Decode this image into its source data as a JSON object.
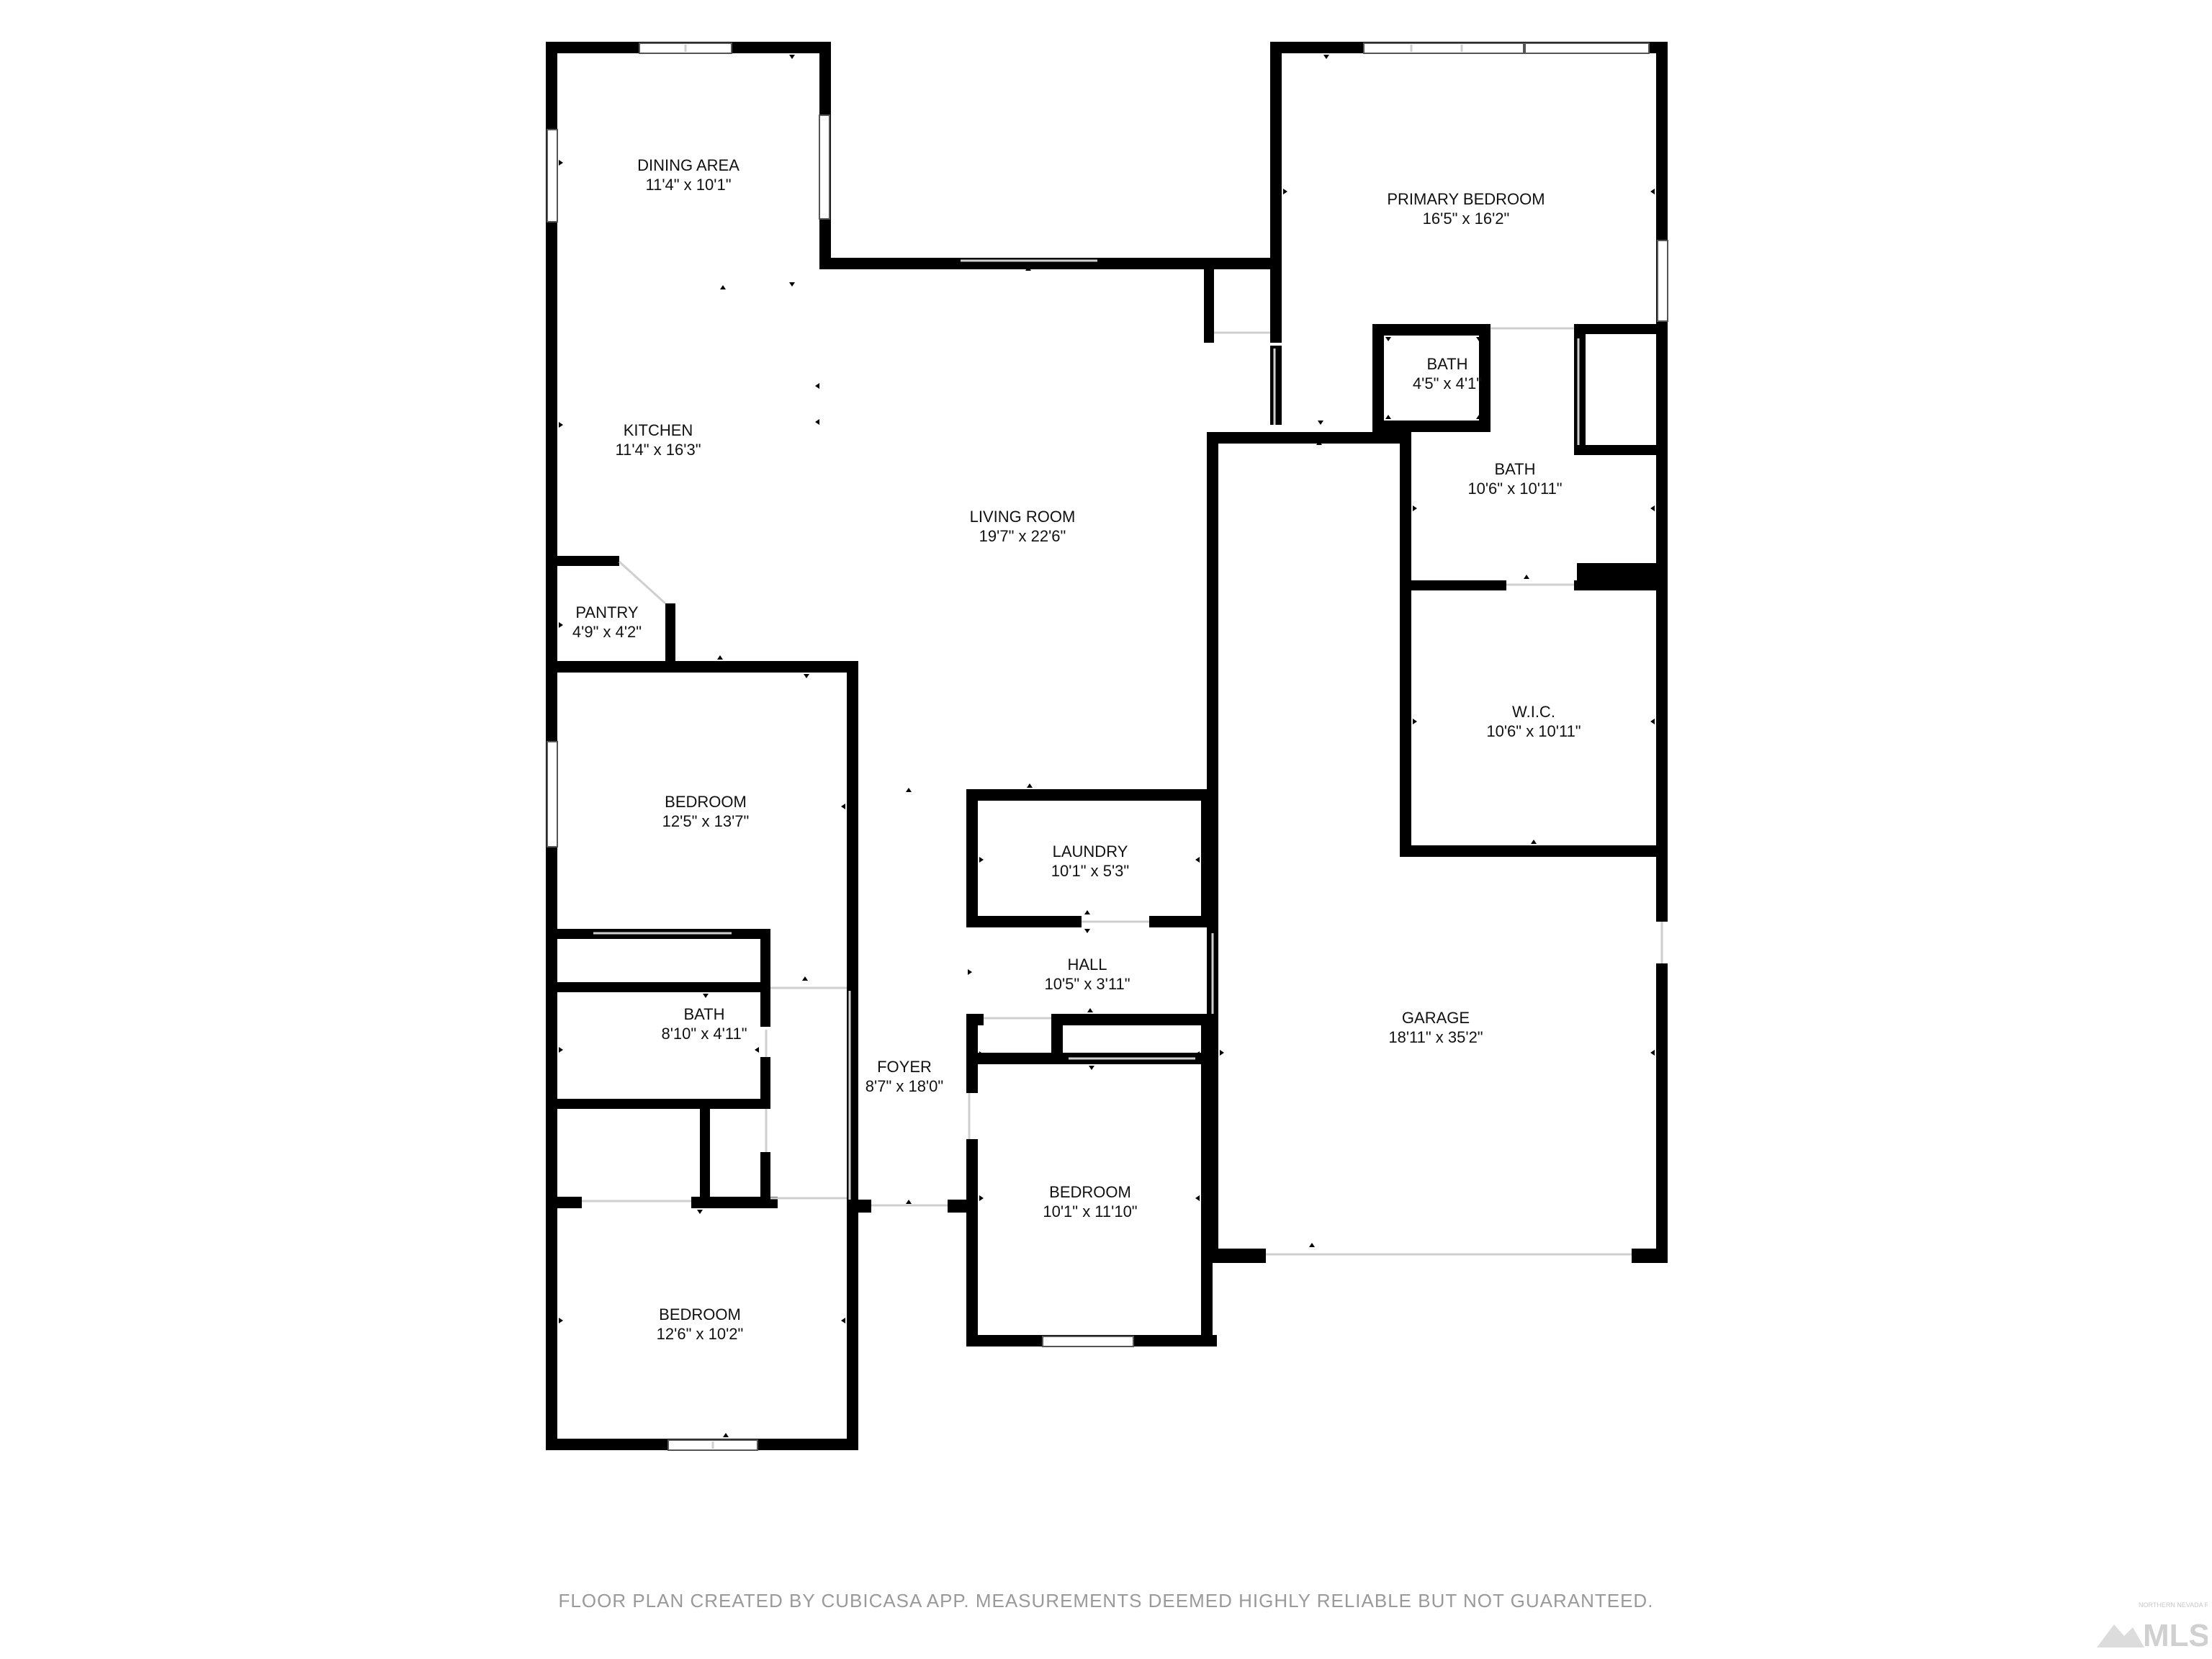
{
  "rooms": [
    {
      "id": "dining",
      "name": "DINING AREA",
      "dims": "11'4\" x 10'1\""
    },
    {
      "id": "kitchen",
      "name": "KITCHEN",
      "dims": "11'4\" x 16'3\""
    },
    {
      "id": "pantry",
      "name": "PANTRY",
      "dims": "4'9\" x 4'2\""
    },
    {
      "id": "living",
      "name": "LIVING ROOM",
      "dims": "19'7\" x 22'6\""
    },
    {
      "id": "primary",
      "name": "PRIMARY BEDROOM",
      "dims": "16'5\" x 16'2\""
    },
    {
      "id": "bath-small",
      "name": "BATH",
      "dims": "4'5\" x 4'1\""
    },
    {
      "id": "bath-primary",
      "name": "BATH",
      "dims": "10'6\" x 10'11\""
    },
    {
      "id": "wic",
      "name": "W.I.C.",
      "dims": "10'6\" x 10'11\""
    },
    {
      "id": "bedroom-1",
      "name": "BEDROOM",
      "dims": "12'5\" x 13'7\""
    },
    {
      "id": "laundry",
      "name": "LAUNDRY",
      "dims": "10'1\" x 5'3\""
    },
    {
      "id": "hall",
      "name": "HALL",
      "dims": "10'5\" x 3'11\""
    },
    {
      "id": "bath-hall",
      "name": "BATH",
      "dims": "8'10\" x 4'11\""
    },
    {
      "id": "foyer",
      "name": "FOYER",
      "dims": "8'7\" x 18'0\""
    },
    {
      "id": "garage",
      "name": "GARAGE",
      "dims": "18'11\" x 35'2\""
    },
    {
      "id": "bedroom-2",
      "name": "BEDROOM",
      "dims": "10'1\" x 11'10\""
    },
    {
      "id": "bedroom-3",
      "name": "BEDROOM",
      "dims": "12'6\" x 10'2\""
    }
  ],
  "footer": {
    "disclaimer": "FLOOR PLAN CREATED BY CUBICASA APP. MEASUREMENTS DEEMED HIGHLY RELIABLE BUT NOT GUARANTEED.",
    "logo_text": "MLS",
    "logo_subtext": "NORTHERN NEVADA REGIONAL"
  },
  "colors": {
    "wall": "#000000",
    "text": "#111111",
    "disclaimer": "#9a9a9a",
    "background": "#ffffff"
  }
}
